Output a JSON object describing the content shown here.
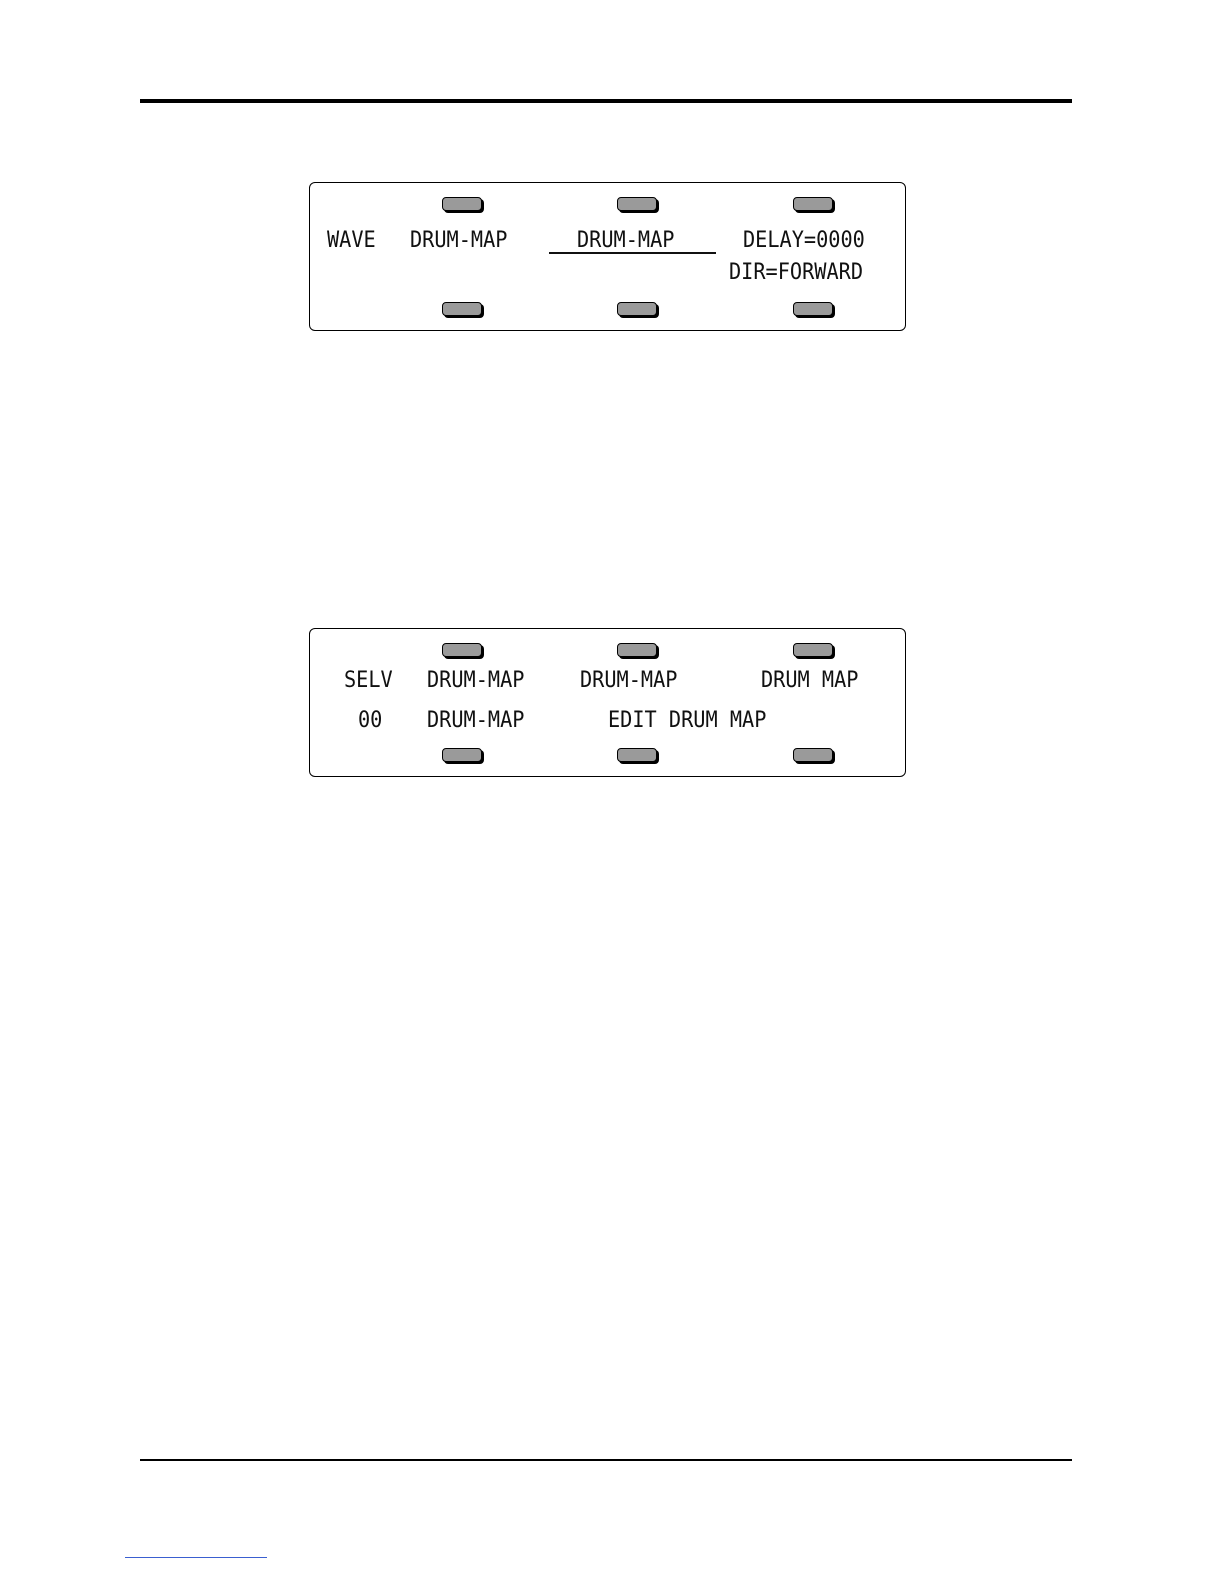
{
  "screen1": {
    "label_wave": "WAVE",
    "soft_1": "DRUM-MAP",
    "soft_2": "DRUM-MAP",
    "soft_3_line1": "DELAY=0000",
    "soft_3_line2": "DIR=FORWARD"
  },
  "screen2": {
    "label_selv": "SELV",
    "value_selv": "00",
    "top_1": "DRUM-MAP",
    "top_2": "DRUM-MAP",
    "top_3": "DRUM MAP",
    "bottom_1": "DRUM-MAP",
    "bottom_2": "EDIT DRUM MAP"
  }
}
